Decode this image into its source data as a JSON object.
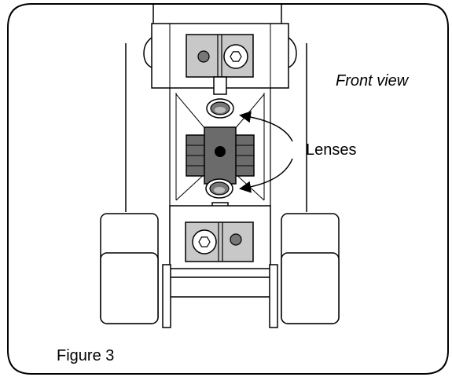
{
  "diagram": {
    "view_label": "Front view",
    "callout_label": "Lenses",
    "figure_caption": "Figure 3"
  },
  "colors": {
    "stroke": "#000000",
    "clamp_plate": "#c8c8c8",
    "lens_block": "#6b6b6b",
    "lens_block_light": "#8a8a8a",
    "lens_lower": "#bdbdbd",
    "screw_head": "#ffffff",
    "background": "#ffffff"
  },
  "icons": [
    "hex-screw-icon",
    "pin-hole-icon",
    "lens-icon",
    "arrow-icon"
  ]
}
